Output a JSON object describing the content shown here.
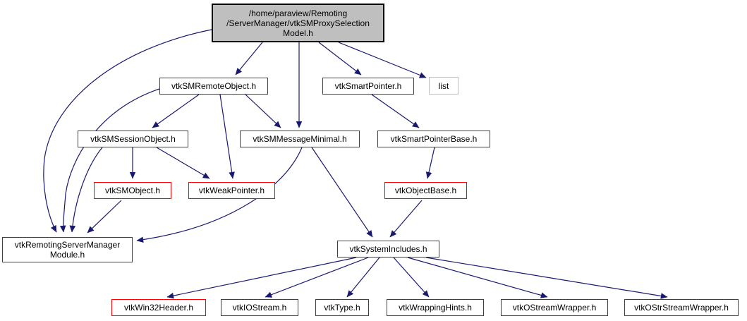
{
  "diagram": {
    "type": "include-dependency-graph",
    "colors": {
      "edge": "#191970",
      "main_fill": "#bfbfbf",
      "box_fill": "#ffffff",
      "border_normal": "#404040",
      "border_truncated": "#ff0000",
      "border_external": "#c0c0c0",
      "text": "#000000"
    },
    "nodes": [
      {
        "id": "main",
        "label": "/home/paraview/Remoting\n/ServerManager/vtkSMProxySelection\nModel.h",
        "type": "main"
      },
      {
        "id": "vtkSMRemoteObject",
        "label": "vtkSMRemoteObject.h",
        "type": "normal"
      },
      {
        "id": "vtkSmartPointer",
        "label": "vtkSmartPointer.h",
        "type": "normal"
      },
      {
        "id": "list",
        "label": "list",
        "type": "external"
      },
      {
        "id": "vtkSMSessionObject",
        "label": "vtkSMSessionObject.h",
        "type": "normal"
      },
      {
        "id": "vtkSMMessageMinimal",
        "label": "vtkSMMessageMinimal.h",
        "type": "normal"
      },
      {
        "id": "vtkSmartPointerBase",
        "label": "vtkSmartPointerBase.h",
        "type": "normal"
      },
      {
        "id": "vtkSMObject",
        "label": "vtkSMObject.h",
        "type": "truncated"
      },
      {
        "id": "vtkWeakPointer",
        "label": "vtkWeakPointer.h",
        "type": "truncated"
      },
      {
        "id": "vtkObjectBase",
        "label": "vtkObjectBase.h",
        "type": "truncated"
      },
      {
        "id": "vtkRemotingServerManagerModule",
        "label": "vtkRemotingServerManager\nModule.h",
        "type": "normal"
      },
      {
        "id": "vtkSystemIncludes",
        "label": "vtkSystemIncludes.h",
        "type": "normal"
      },
      {
        "id": "vtkWin32Header",
        "label": "vtkWin32Header.h",
        "type": "truncated"
      },
      {
        "id": "vtkIOStream",
        "label": "vtkIOStream.h",
        "type": "normal"
      },
      {
        "id": "vtkType",
        "label": "vtkType.h",
        "type": "normal"
      },
      {
        "id": "vtkWrappingHints",
        "label": "vtkWrappingHints.h",
        "type": "normal"
      },
      {
        "id": "vtkOStreamWrapper",
        "label": "vtkOStreamWrapper.h",
        "type": "normal"
      },
      {
        "id": "vtkOStrStreamWrapper",
        "label": "vtkOStrStreamWrapper.h",
        "type": "normal"
      }
    ],
    "edges": [
      {
        "from": "main",
        "to": "vtkSMRemoteObject"
      },
      {
        "from": "main",
        "to": "vtkSMMessageMinimal"
      },
      {
        "from": "main",
        "to": "vtkSmartPointer"
      },
      {
        "from": "main",
        "to": "list"
      },
      {
        "from": "main",
        "to": "vtkRemotingServerManagerModule"
      },
      {
        "from": "vtkSMRemoteObject",
        "to": "vtkSMSessionObject"
      },
      {
        "from": "vtkSMRemoteObject",
        "to": "vtkRemotingServerManagerModule"
      },
      {
        "from": "vtkSMRemoteObject",
        "to": "vtkWeakPointer"
      },
      {
        "from": "vtkSMRemoteObject",
        "to": "vtkSMMessageMinimal"
      },
      {
        "from": "vtkSMSessionObject",
        "to": "vtkSMObject"
      },
      {
        "from": "vtkSMSessionObject",
        "to": "vtkWeakPointer"
      },
      {
        "from": "vtkSMSessionObject",
        "to": "vtkRemotingServerManagerModule"
      },
      {
        "from": "vtkSMObject",
        "to": "vtkRemotingServerManagerModule"
      },
      {
        "from": "vtkSMMessageMinimal",
        "to": "vtkSystemIncludes"
      },
      {
        "from": "vtkSMMessageMinimal",
        "to": "vtkRemotingServerManagerModule"
      },
      {
        "from": "vtkSmartPointer",
        "to": "vtkSmartPointerBase"
      },
      {
        "from": "vtkSmartPointerBase",
        "to": "vtkObjectBase"
      },
      {
        "from": "vtkObjectBase",
        "to": "vtkSystemIncludes"
      },
      {
        "from": "vtkSystemIncludes",
        "to": "vtkWin32Header"
      },
      {
        "from": "vtkSystemIncludes",
        "to": "vtkIOStream"
      },
      {
        "from": "vtkSystemIncludes",
        "to": "vtkType"
      },
      {
        "from": "vtkSystemIncludes",
        "to": "vtkWrappingHints"
      },
      {
        "from": "vtkSystemIncludes",
        "to": "vtkOStreamWrapper"
      },
      {
        "from": "vtkSystemIncludes",
        "to": "vtkOStrStreamWrapper"
      }
    ]
  }
}
